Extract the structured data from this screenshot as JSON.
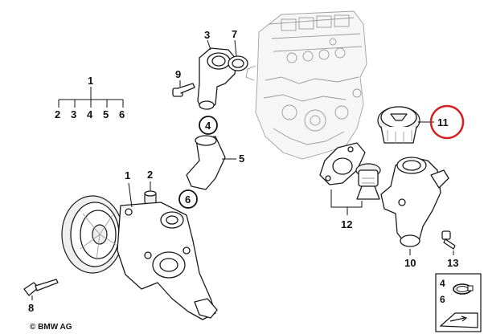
{
  "callouts": {
    "c1_main": "1",
    "c2": "2",
    "c3": "3",
    "c4_circle": "4",
    "c5": "5",
    "c6_circle": "6",
    "c7": "7",
    "c8": "8",
    "c9": "9",
    "c10": "10",
    "c11": "11",
    "c12": "12",
    "c13": "13"
  },
  "tree": {
    "root": "1",
    "children": [
      "2",
      "3",
      "4",
      "5",
      "6"
    ]
  },
  "legend": {
    "item_a": "4",
    "item_b": "6"
  },
  "copyright": "© BMW AG",
  "highlight_color": "#d42020"
}
